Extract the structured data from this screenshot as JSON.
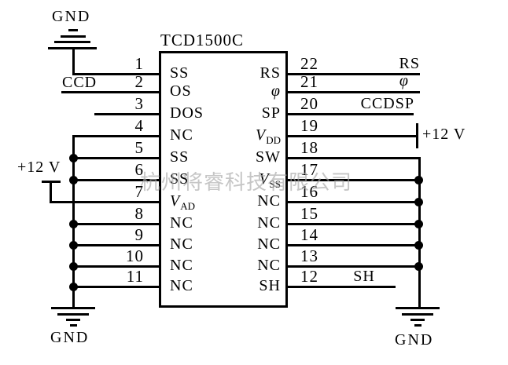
{
  "schematic": {
    "chip_title": "TCD1500C",
    "watermark": "杭州将睿科技有限公司",
    "pins_left": [
      {
        "num": "1",
        "label": "SS"
      },
      {
        "num": "2",
        "label": "OS"
      },
      {
        "num": "3",
        "label": "DOS"
      },
      {
        "num": "4",
        "label": "NC"
      },
      {
        "num": "5",
        "label": "SS"
      },
      {
        "num": "6",
        "label": "SS"
      },
      {
        "num": "7",
        "var": "V",
        "sub": "AD"
      },
      {
        "num": "8",
        "label": "NC"
      },
      {
        "num": "9",
        "label": "NC"
      },
      {
        "num": "10",
        "label": "NC"
      },
      {
        "num": "11",
        "label": "NC"
      }
    ],
    "pins_right": [
      {
        "num": "22",
        "label": "RS"
      },
      {
        "num": "21",
        "var": "φ"
      },
      {
        "num": "20",
        "label": "SP"
      },
      {
        "num": "19",
        "var": "V",
        "sub": "DD"
      },
      {
        "num": "18",
        "label": "SW"
      },
      {
        "num": "17",
        "var": "V",
        "sub": "SS"
      },
      {
        "num": "16",
        "label": "NC"
      },
      {
        "num": "15",
        "label": "NC"
      },
      {
        "num": "14",
        "label": "NC"
      },
      {
        "num": "13",
        "label": "NC"
      },
      {
        "num": "12",
        "label": "SH"
      }
    ],
    "ext_labels": {
      "gnd_top": "GND",
      "gnd_bottom_left": "GND",
      "gnd_bottom_right": "GND",
      "ccd": "CCD",
      "plus12_left": "+12 V",
      "plus12_right": "+12 V",
      "rs": "RS",
      "phi": "φ",
      "ccdsp": "CCDSP",
      "sh": "SH"
    }
  }
}
